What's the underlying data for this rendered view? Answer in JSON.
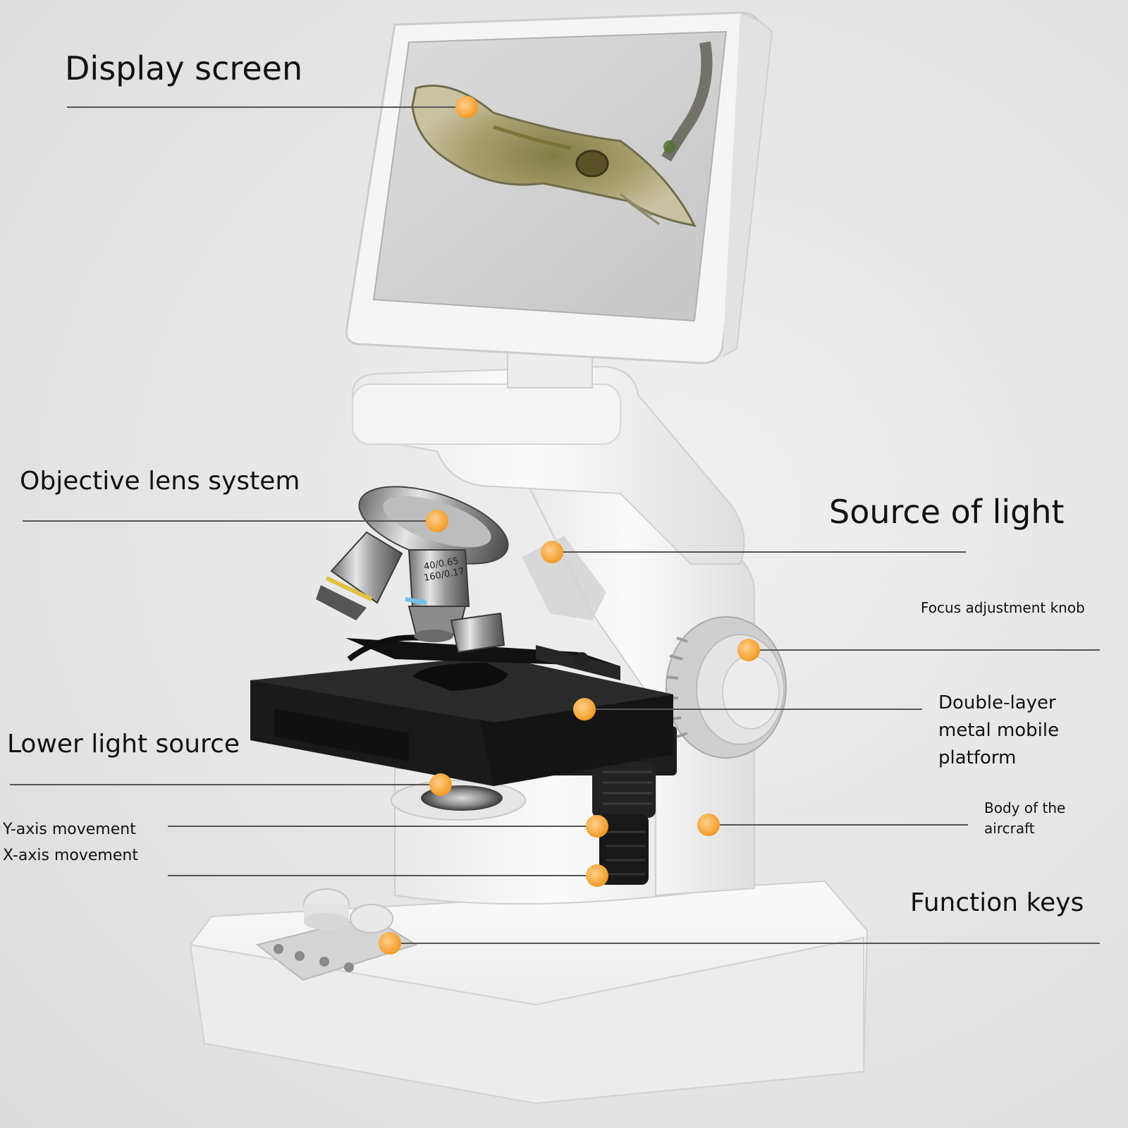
{
  "callouts": {
    "display_screen": "Display screen",
    "objective_lens_system": "Objective lens system",
    "source_of_light": "Source of light",
    "focus_adjustment_knob": "Focus adjustment knob",
    "double_layer_platform": [
      "Double-layer",
      "metal mobile",
      "platform"
    ],
    "lower_light_source": "Lower light source",
    "body_of_the_aircraft": [
      "Body of the",
      "aircraft"
    ],
    "y_axis_movement": "Y-axis movement",
    "x_axis_movement": "X-axis movement",
    "function_keys": "Function keys"
  },
  "colors": {
    "marker": "#f5a636",
    "leader_line": "#555555",
    "stage_black": "#1c1c1c",
    "body_white": "#f7f7f7"
  },
  "objective_markings": [
    "40/0.65",
    "160/0.17"
  ]
}
